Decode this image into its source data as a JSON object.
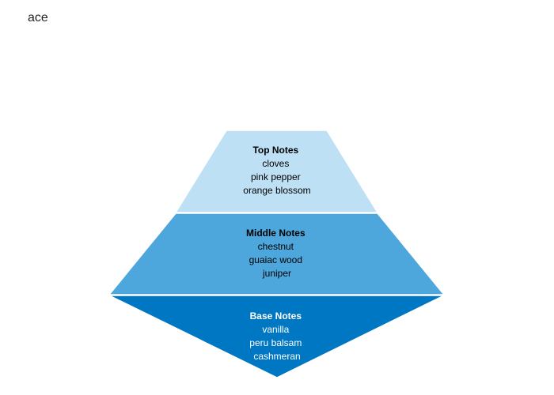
{
  "title": "ace",
  "pyramid": {
    "tiers": [
      {
        "heading": "Top Notes",
        "notes": [
          "cloves",
          "pink pepper",
          "orange blossom"
        ],
        "fill": "#bde0f5",
        "text_color": "#000000"
      },
      {
        "heading": "Middle Notes",
        "notes": [
          "chestnut",
          "guaiac wood",
          "juniper"
        ],
        "fill": "#4da6dc",
        "text_color": "#000000"
      },
      {
        "heading": "Base Notes",
        "notes": [
          "vanilla",
          "peru balsam",
          "cashmeran"
        ],
        "fill": "#0077c2",
        "text_color": "#ffffff"
      }
    ]
  }
}
